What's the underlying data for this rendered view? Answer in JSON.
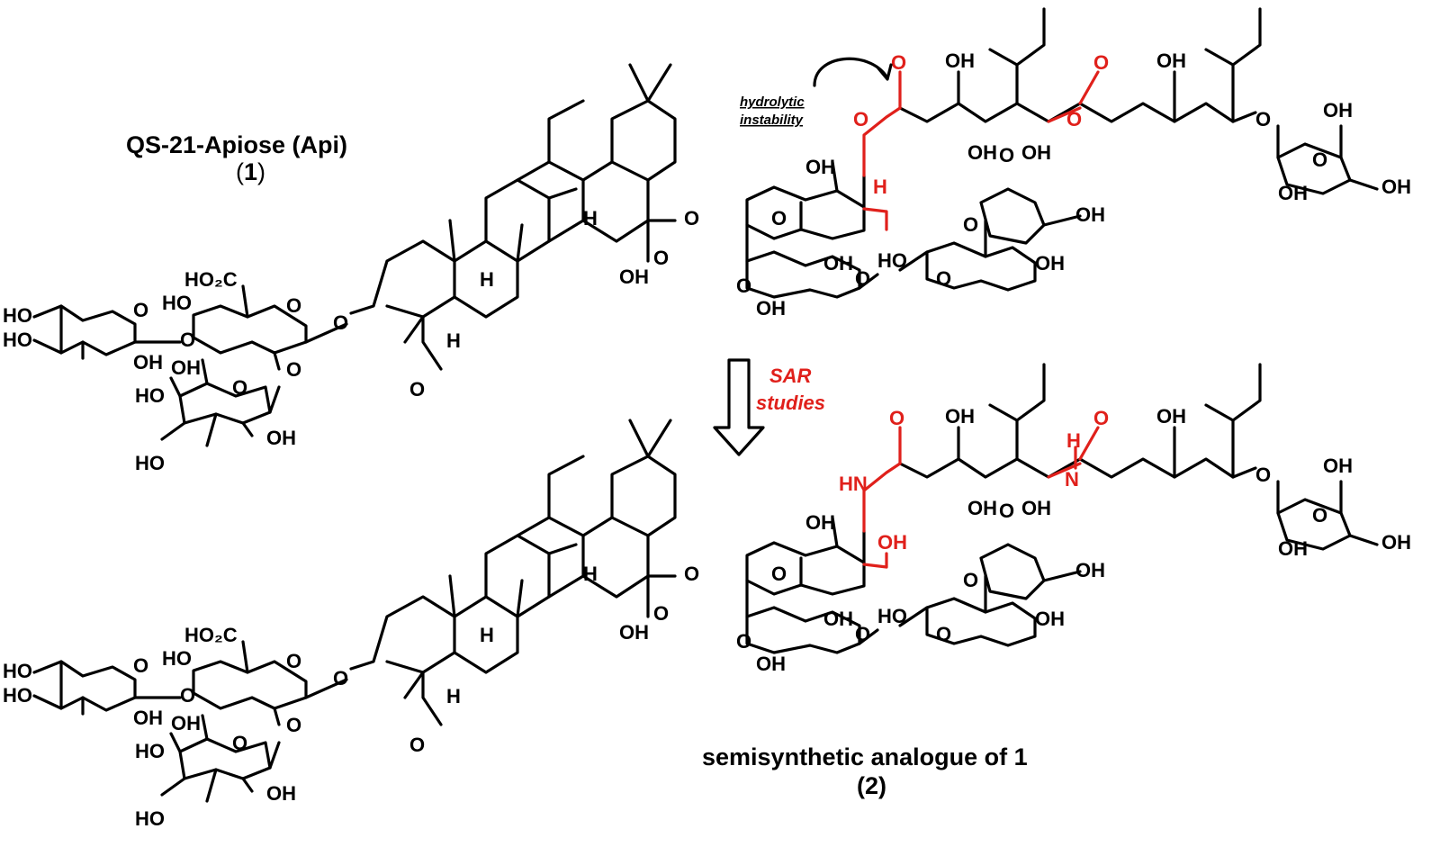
{
  "compound1": {
    "name": "QS-21-Apiose (Api)",
    "number_open": "(",
    "number": "1",
    "number_close": ")"
  },
  "compound2": {
    "name": "semisynthetic analogue of 1",
    "number": "(2)"
  },
  "annotation": {
    "line1": "hydrolytic",
    "line2": "instability"
  },
  "transition": {
    "line1": "SAR",
    "line2": "studies"
  },
  "colors": {
    "highlight": "#e0201b",
    "ink": "#000000"
  },
  "atoms": {
    "HO": "HO",
    "OH": "OH",
    "O": "O",
    "H": "H",
    "HN": "HN",
    "N": "N",
    "HO2C": "HO₂C"
  }
}
